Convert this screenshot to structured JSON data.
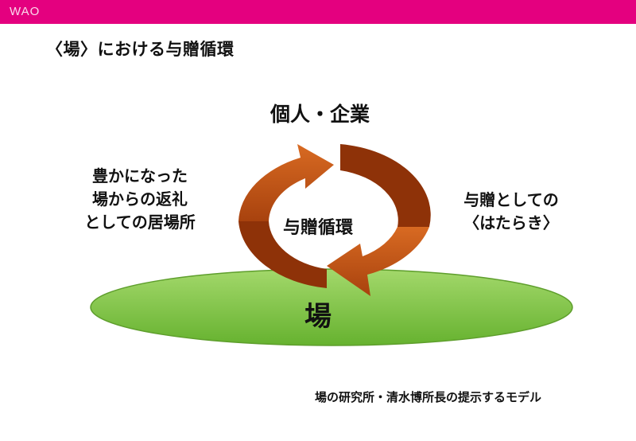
{
  "header": {
    "logo_text": "WAO"
  },
  "title": "〈場〉における与贈循環",
  "diagram": {
    "top_label": "個人・企業",
    "center_label": "与贈循環",
    "left_label_lines": [
      "豊かになった",
      "場からの返礼",
      "としての居場所"
    ],
    "right_label_lines": [
      "与贈としての",
      "〈はたらき〉"
    ],
    "ground_label": "場"
  },
  "caption": "場の研究所・清水博所長の提示するモデル",
  "colors": {
    "topbar": "#e4007f",
    "ground_fill": "#7cc444",
    "arrow_fill": "#c9571c",
    "arrow_dark": "#8e3208"
  },
  "icons": [
    "cycle-arrow-icon"
  ]
}
